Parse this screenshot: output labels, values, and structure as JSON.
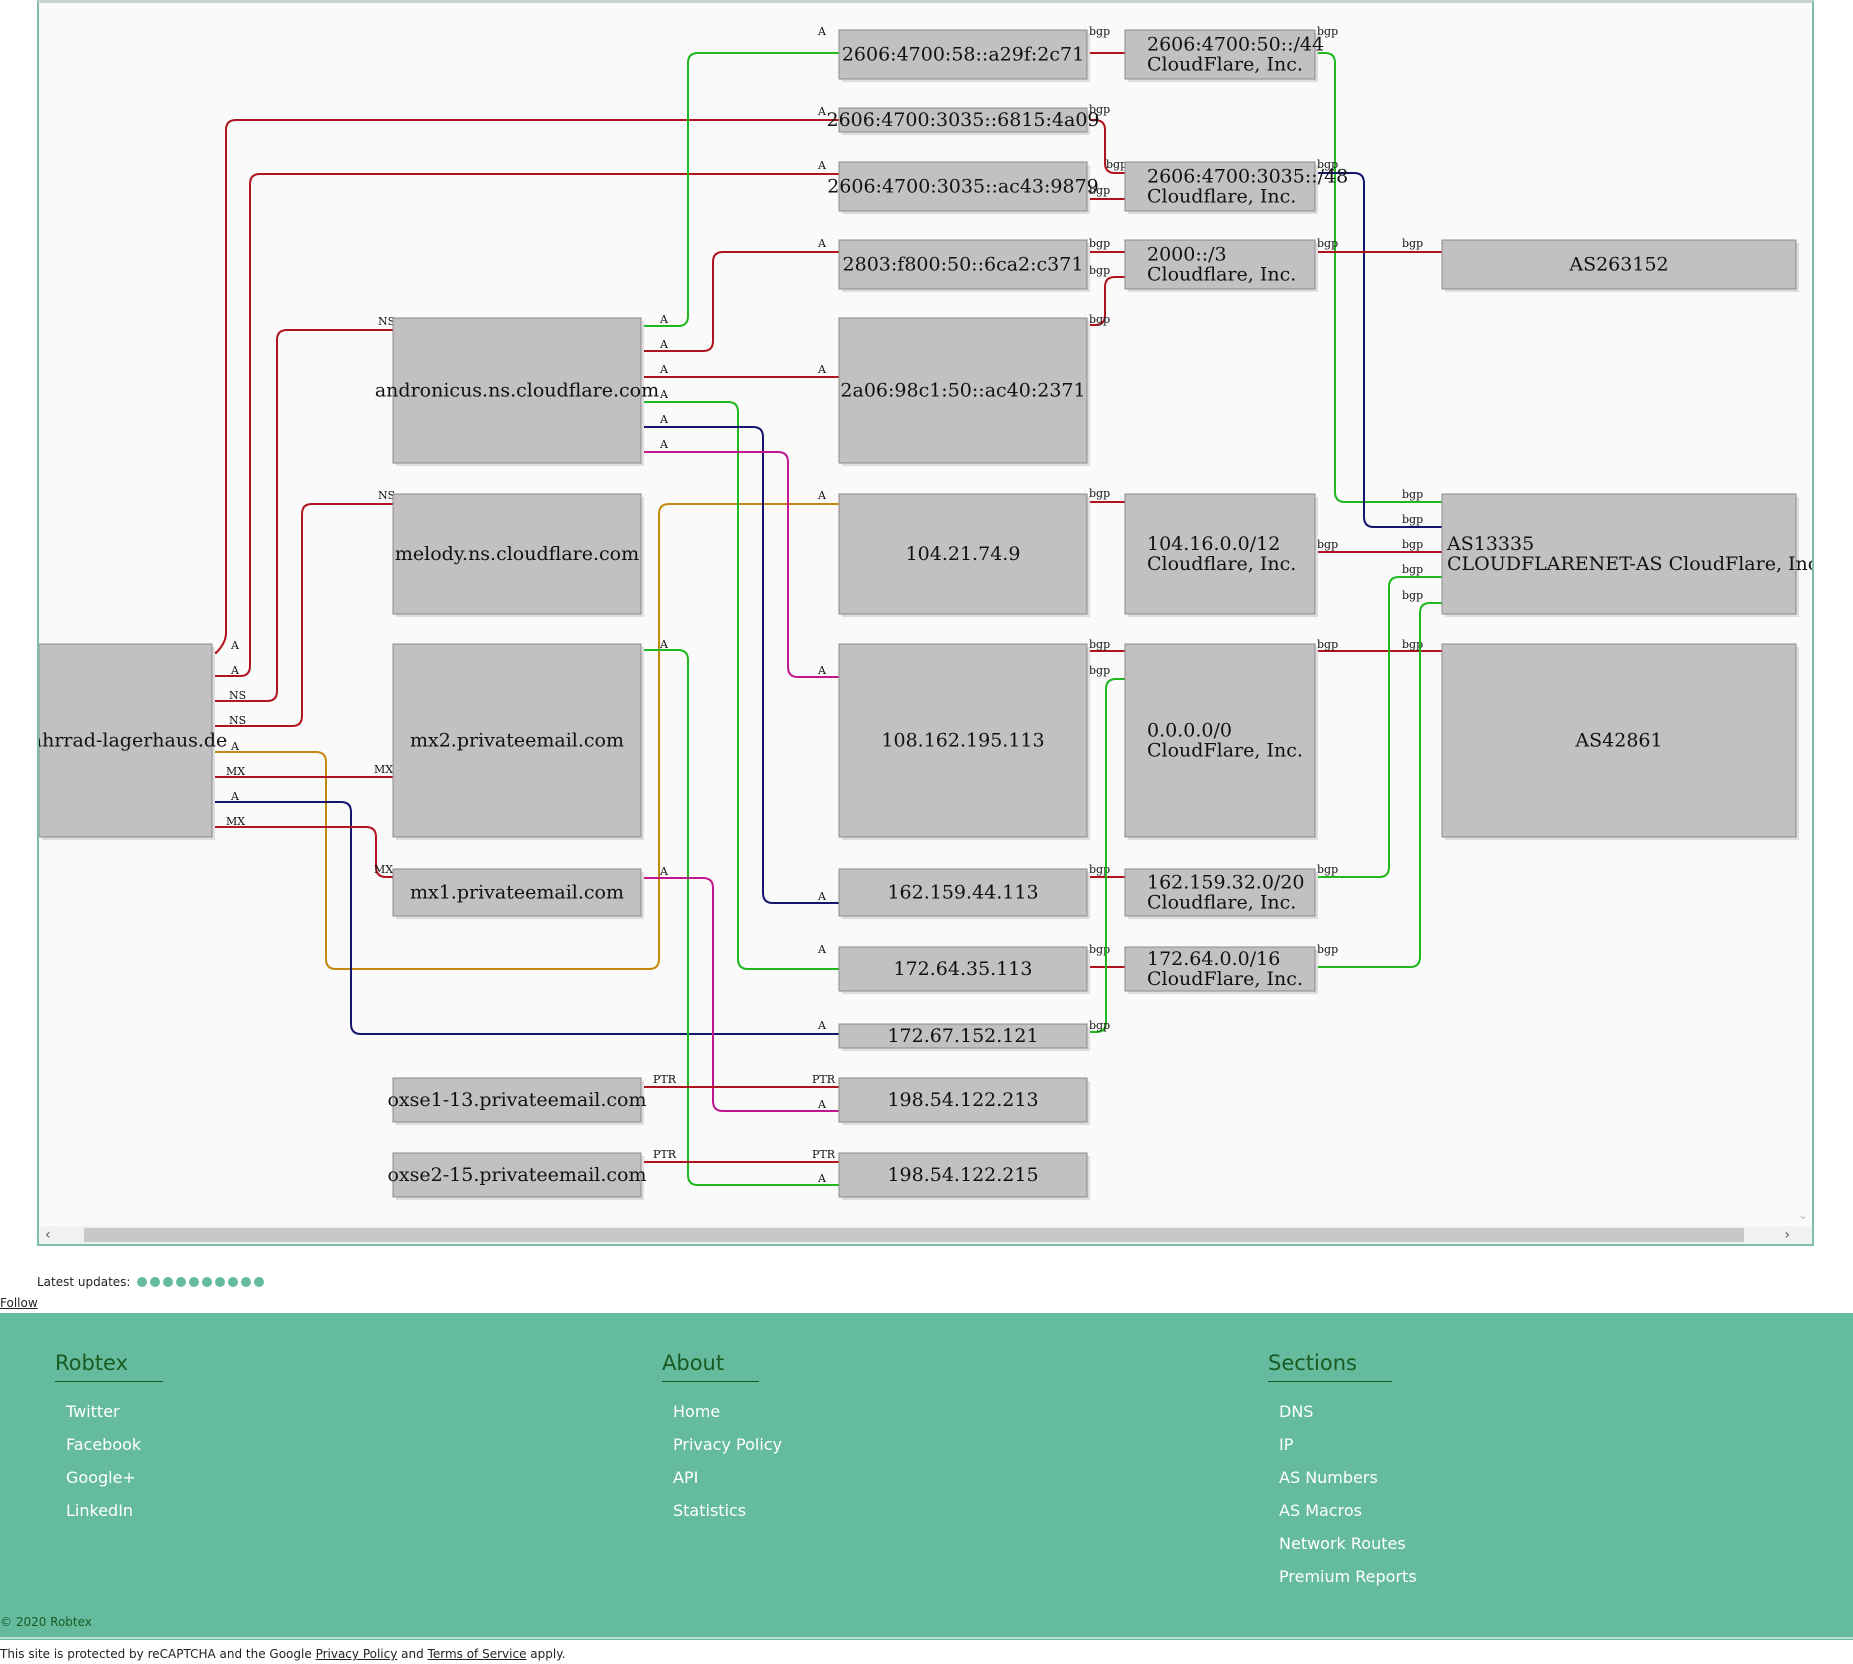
{
  "graph": {
    "nodes": [
      {
        "id": "fahrrad",
        "lines": [
          "fahrrad-lagerhaus.de"
        ]
      },
      {
        "id": "andronicus",
        "lines": [
          "andronicus.ns.cloudflare.com"
        ]
      },
      {
        "id": "melody",
        "lines": [
          "melody.ns.cloudflare.com"
        ]
      },
      {
        "id": "mx2",
        "lines": [
          "mx2.privateemail.com"
        ]
      },
      {
        "id": "mx1",
        "lines": [
          "mx1.privateemail.com"
        ]
      },
      {
        "id": "oxse1",
        "lines": [
          "oxse1-13.privateemail.com"
        ]
      },
      {
        "id": "oxse2",
        "lines": [
          "oxse2-15.privateemail.com"
        ]
      },
      {
        "id": "ip6a",
        "lines": [
          "2606:4700:58::a29f:2c71"
        ]
      },
      {
        "id": "ip6b",
        "lines": [
          "2606:4700:3035::6815:4a09"
        ]
      },
      {
        "id": "ip6c",
        "lines": [
          "2606:4700:3035::ac43:9879"
        ]
      },
      {
        "id": "ip6d",
        "lines": [
          "2803:f800:50::6ca2:c371"
        ]
      },
      {
        "id": "ip6e",
        "lines": [
          "2a06:98c1:50::ac40:2371"
        ]
      },
      {
        "id": "ip4a",
        "lines": [
          "104.21.74.9"
        ]
      },
      {
        "id": "ip4b",
        "lines": [
          "108.162.195.113"
        ]
      },
      {
        "id": "ip4c",
        "lines": [
          "162.159.44.113"
        ]
      },
      {
        "id": "ip4d",
        "lines": [
          "172.64.35.113"
        ]
      },
      {
        "id": "ip4e",
        "lines": [
          "172.67.152.121"
        ]
      },
      {
        "id": "ip4f",
        "lines": [
          "198.54.122.213"
        ]
      },
      {
        "id": "ip4g",
        "lines": [
          "198.54.122.215"
        ]
      },
      {
        "id": "net1",
        "lines": [
          "2606:4700:50::/44",
          "CloudFlare, Inc."
        ]
      },
      {
        "id": "net2",
        "lines": [
          "2606:4700:3035::/48",
          "Cloudflare, Inc."
        ]
      },
      {
        "id": "net3",
        "lines": [
          "2000::/3",
          "Cloudflare, Inc."
        ]
      },
      {
        "id": "net4",
        "lines": [
          "104.16.0.0/12",
          "Cloudflare, Inc."
        ]
      },
      {
        "id": "net5",
        "lines": [
          "0.0.0.0/0",
          "CloudFlare, Inc."
        ]
      },
      {
        "id": "net6",
        "lines": [
          "162.159.32.0/20",
          "Cloudflare, Inc."
        ]
      },
      {
        "id": "net7",
        "lines": [
          "172.64.0.0/16",
          "CloudFlare, Inc."
        ]
      },
      {
        "id": "as1",
        "lines": [
          "AS263152"
        ]
      },
      {
        "id": "as2",
        "lines": [
          "AS13335",
          "CLOUDFLARENET-AS CloudFlare, Inc."
        ]
      },
      {
        "id": "as3",
        "lines": [
          "AS42861"
        ]
      }
    ],
    "edge_labels": {
      "a": "A",
      "ns": "NS",
      "mx": "MX",
      "ptr": "PTR",
      "bgp": "bgp"
    },
    "colors": {
      "red": "#b0141e",
      "green": "#1fb81f",
      "navy": "#151570",
      "magenta": "#c2188f",
      "gold": "#c38a0f"
    }
  },
  "scroll": {
    "left_arrow": "‹",
    "right_arrow": "›",
    "down_arrow": "⌄"
  },
  "updates": {
    "label": "Latest updates:",
    "dot_count": 10
  },
  "follow_label": "Follow",
  "footer": {
    "columns": [
      {
        "title": "Robtex",
        "items": [
          "Twitter",
          "Facebook",
          "Google+",
          "LinkedIn"
        ]
      },
      {
        "title": "About",
        "items": [
          "Home",
          "Privacy Policy",
          "API",
          "Statistics"
        ]
      },
      {
        "title": "Sections",
        "items": [
          "DNS",
          "IP",
          "AS Numbers",
          "AS Macros",
          "Network Routes",
          "Premium Reports"
        ]
      }
    ],
    "copyright": "© 2020 Robtex"
  },
  "recaptcha": {
    "prefix": "This site is protected by reCAPTCHA and the Google ",
    "privacy": "Privacy Policy",
    "and": " and ",
    "terms": "Terms of Service",
    "suffix": " apply."
  }
}
